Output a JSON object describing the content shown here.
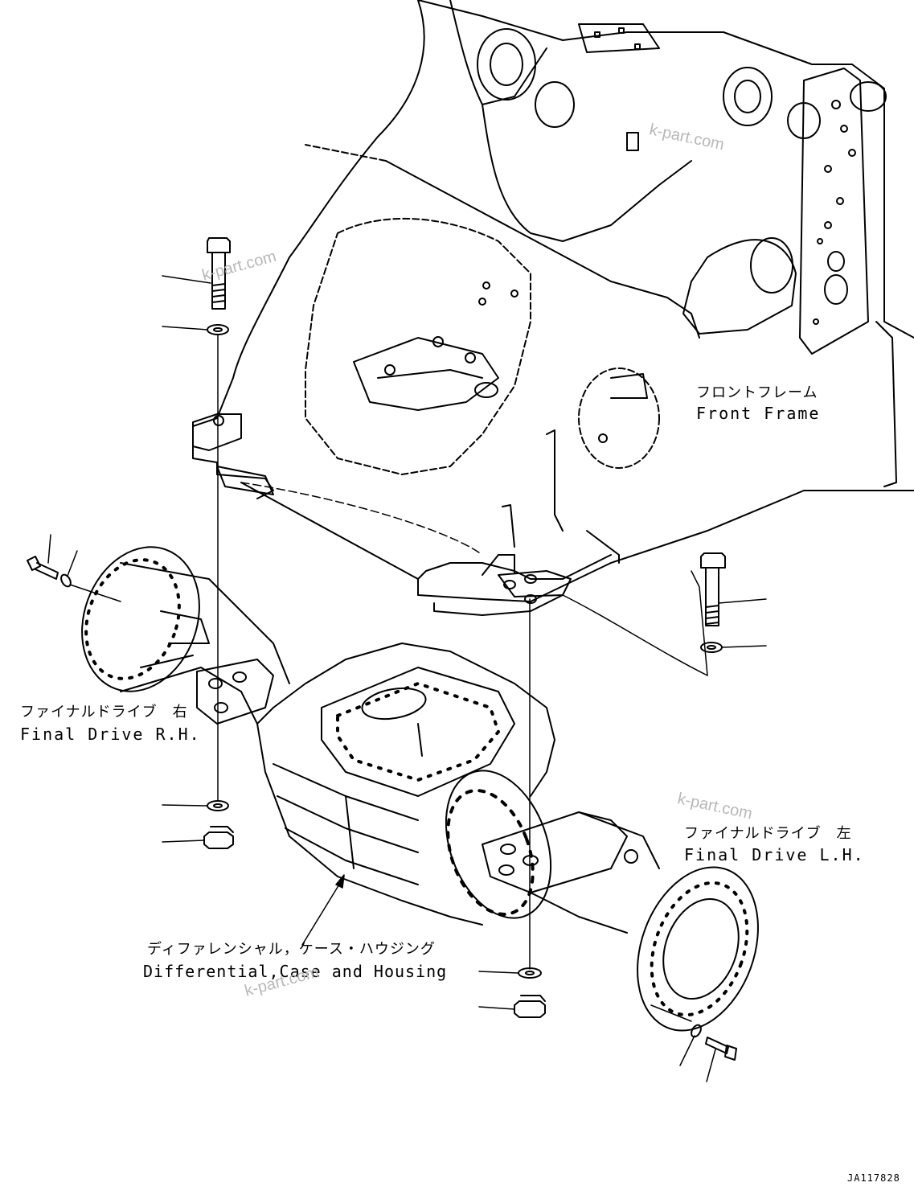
{
  "labels": {
    "front_frame_jp": "フロントフレーム",
    "front_frame_en": "Front Frame",
    "final_drive_rh_jp": "ファイナルドライブ　右",
    "final_drive_rh_en": "Final Drive R.H.",
    "final_drive_lh_jp": "ファイナルドライブ　左",
    "final_drive_lh_en": "Final Drive L.H.",
    "differential_jp": "ディファレンシャル，ケース・ハウジング",
    "differential_en": "Differential,Case and Housing"
  },
  "watermark": "k-part.com",
  "drawing_code": "JA117828"
}
